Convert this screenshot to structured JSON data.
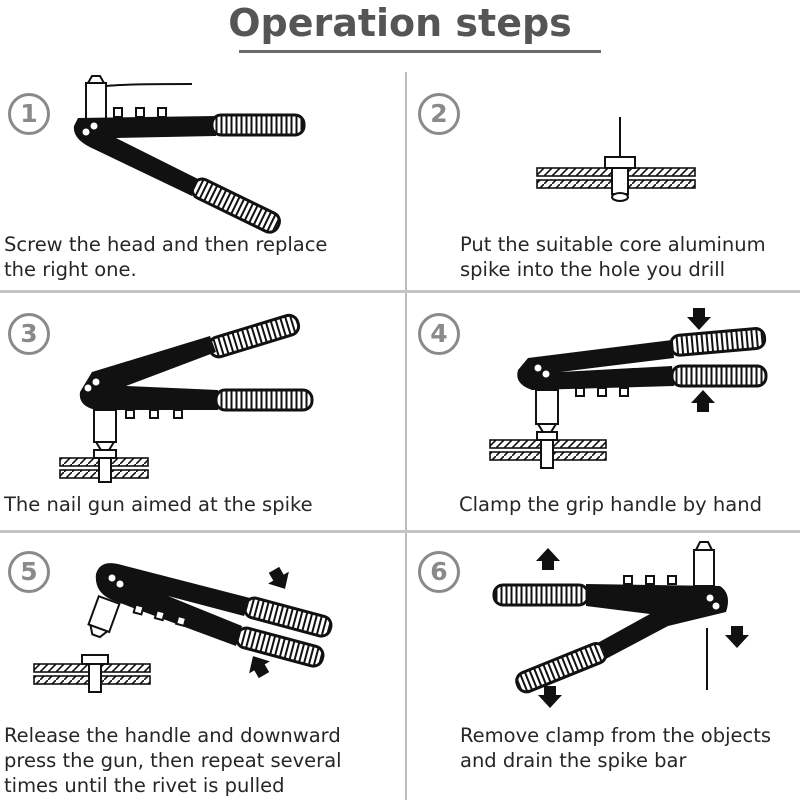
{
  "title": "Operation steps",
  "steps": [
    {
      "number": "1",
      "lines": [
        "Screw the head and then replace",
        "the right one."
      ]
    },
    {
      "number": "2",
      "lines": [
        "Put the suitable core aluminum",
        "spike into the hole you drill"
      ]
    },
    {
      "number": "3",
      "lines": [
        "The nail gun aimed at the spike"
      ]
    },
    {
      "number": "4",
      "lines": [
        "Clamp the grip handle by hand"
      ]
    },
    {
      "number": "5",
      "lines": [
        "Release the handle and downward",
        "press the gun, then repeat several",
        "times until the rivet is pulled"
      ]
    },
    {
      "number": "6",
      "lines": [
        "Remove clamp from the objects",
        "and drain the spike bar"
      ]
    }
  ],
  "colors": {
    "title": "#555555",
    "ink": "#111111",
    "divider": "#c4c4c4",
    "number": "#8a8a8a"
  }
}
